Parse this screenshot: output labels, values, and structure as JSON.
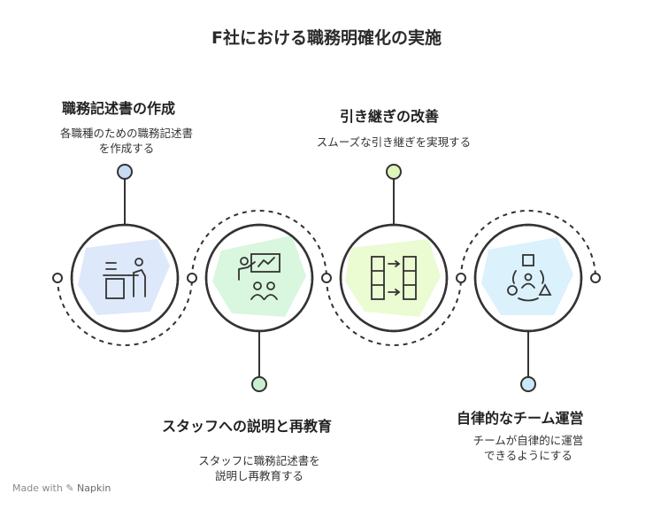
{
  "title": "F社における職務明確化の実施",
  "steps": [
    {
      "heading": "職務記述書の作成",
      "desc_line1": "各職種のための職務記述書",
      "desc_line2": "を作成する",
      "color": "#dbe7fb",
      "pin": "#c9daf4",
      "icon": "presenter-at-podium-icon"
    },
    {
      "heading": "スタッフへの説明と再教育",
      "desc_line1": "スタッフに職務記述書を",
      "desc_line2": "説明し再教育する",
      "color": "#d7f5dc",
      "pin": "#c8efcf",
      "icon": "teaching-group-icon"
    },
    {
      "heading": "引き継ぎの改善",
      "desc_line1": "スムーズな引き継ぎを実現する",
      "desc_line2": "",
      "color": "#eafbd0",
      "pin": "#dff5bb",
      "icon": "handoff-columns-icon"
    },
    {
      "heading": "自律的なチーム運営",
      "desc_line1": "チームが自律的に運営",
      "desc_line2": "できるようにする",
      "color": "#d9f0fb",
      "pin": "#cbe8f7",
      "icon": "team-shapes-icon"
    }
  ],
  "watermark": {
    "prefix": "Made with",
    "brand": "Napkin"
  }
}
